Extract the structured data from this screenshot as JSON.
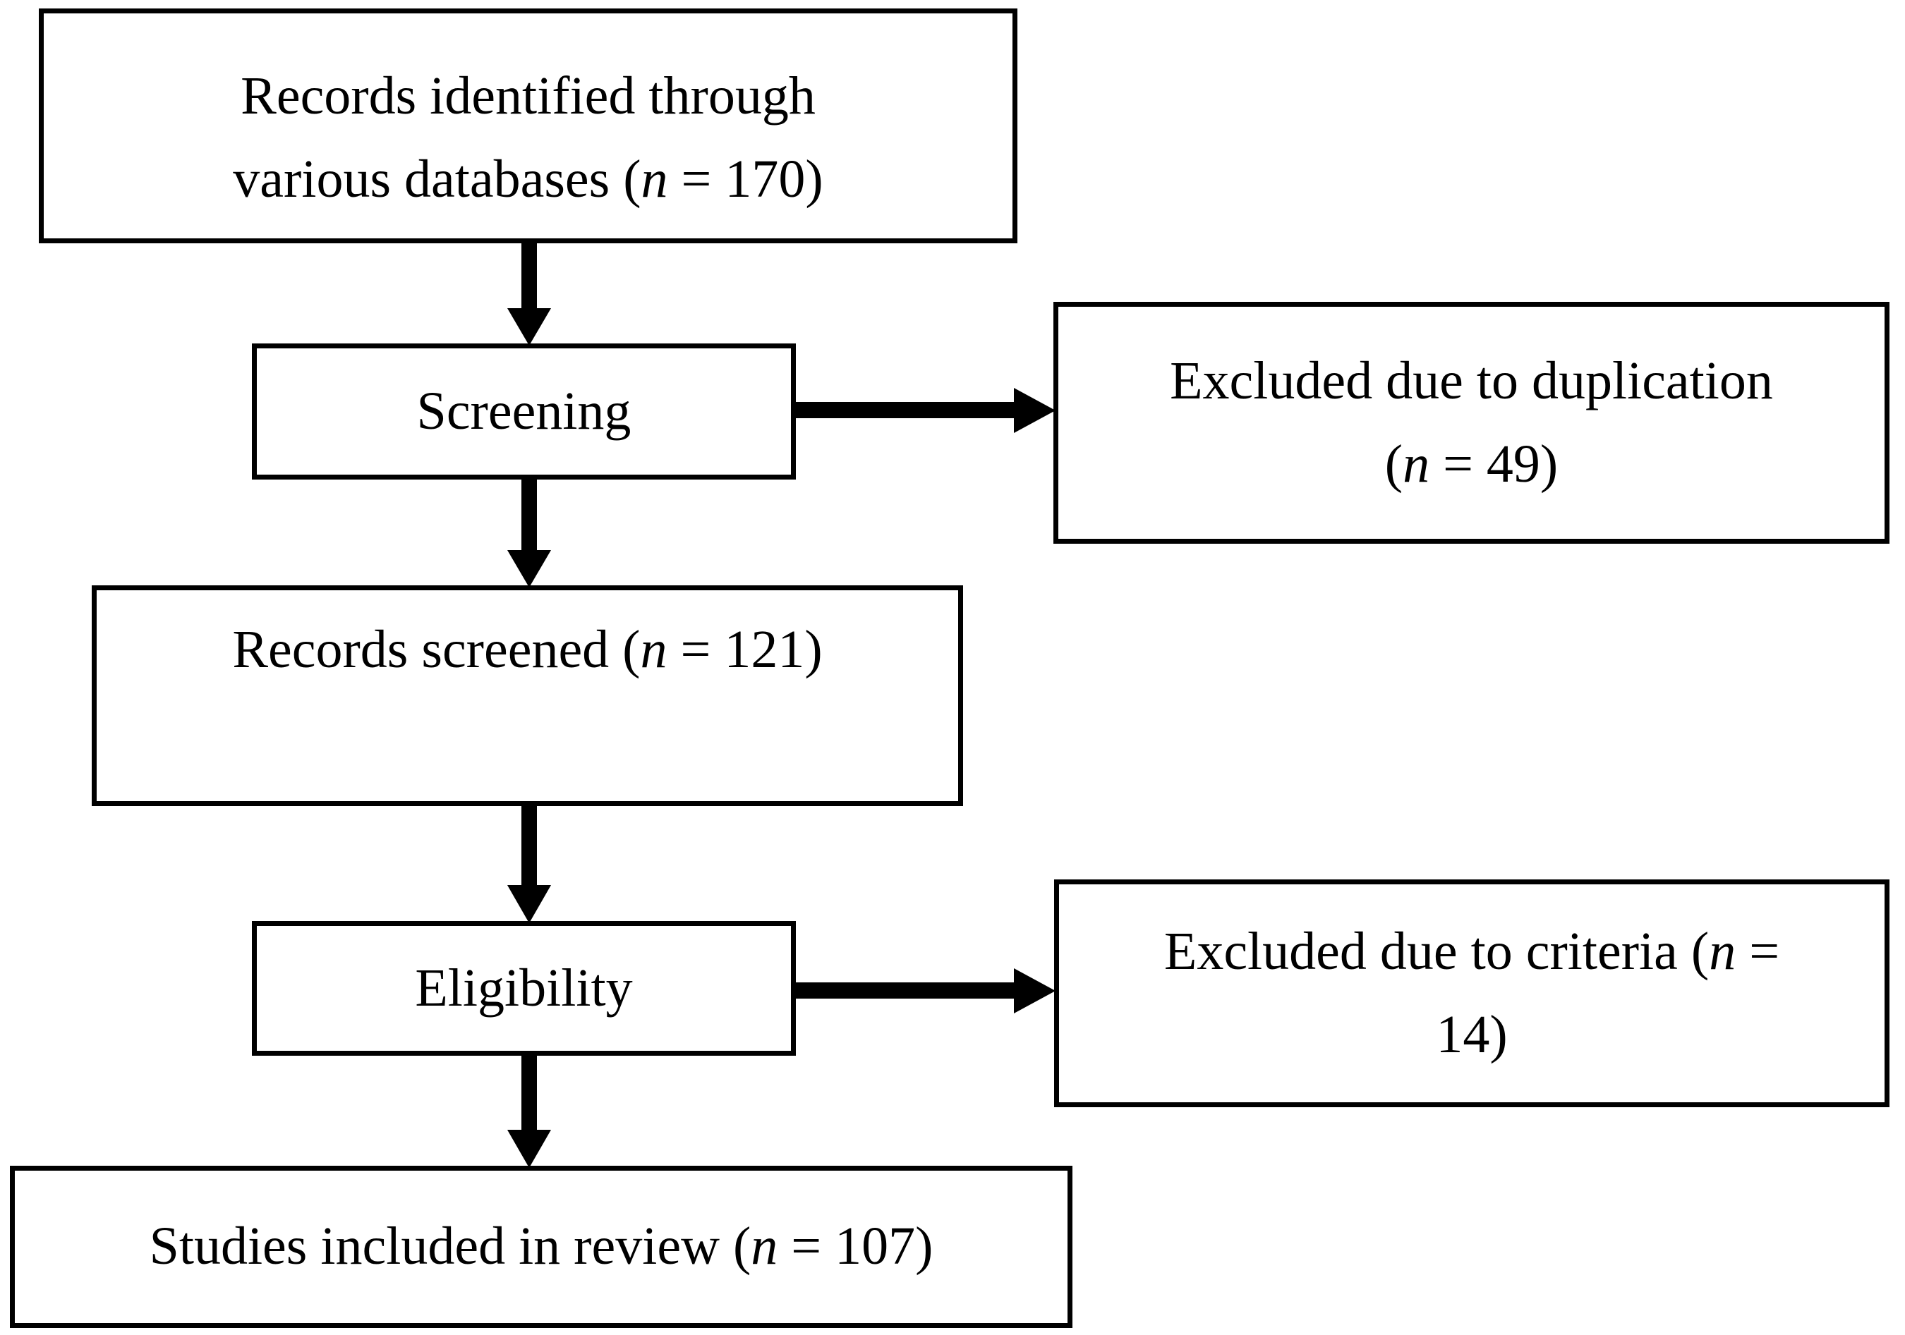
{
  "diagram": {
    "title": "PRISMA study selection flow diagram",
    "type": "flowchart",
    "line_color": "#000000",
    "background_color": "#ffffff",
    "nodes": [
      {
        "id": "identified",
        "label_line1": "Records identified through",
        "label_line2_prefix": "various databases (",
        "label_line2_italic": "n",
        "label_line2_suffix": " = 170)",
        "count": 170,
        "full_text": "Records identified through various databases (n = 170)"
      },
      {
        "id": "screening",
        "label": "Screening",
        "full_text": "Screening"
      },
      {
        "id": "duplication",
        "label_line1": "Excluded due to duplication",
        "label_line2_prefix": "(",
        "label_line2_italic": "n",
        "label_line2_suffix": " = 49)",
        "count": 49,
        "full_text": "Excluded due to duplication (n = 49)"
      },
      {
        "id": "screened",
        "label_prefix": "Records screened (",
        "label_italic": "n",
        "label_suffix": " = 121)",
        "count": 121,
        "full_text": "Records screened (n = 121)"
      },
      {
        "id": "eligibility",
        "label": "Eligibility",
        "full_text": "Eligibility"
      },
      {
        "id": "criteria",
        "label_line1_prefix": "Excluded due to criteria (",
        "label_line1_italic": "n",
        "label_line1_suffix": " =",
        "label_line2": "14)",
        "count": 14,
        "full_text": "Excluded due to criteria (n = 14)"
      },
      {
        "id": "included",
        "label_prefix": "Studies included in review (",
        "label_italic": "n",
        "label_suffix": " = 107)",
        "count": 107,
        "full_text": "Studies included in review (n = 107)"
      }
    ],
    "edges": [
      {
        "id": "identified-screening",
        "from": "identified",
        "to": "screening",
        "direction": "down"
      },
      {
        "id": "screening-duplication",
        "from": "screening",
        "to": "duplication",
        "direction": "right"
      },
      {
        "id": "screening-screened",
        "from": "screening",
        "to": "screened",
        "direction": "down"
      },
      {
        "id": "screened-eligibility",
        "from": "screened",
        "to": "eligibility",
        "direction": "down"
      },
      {
        "id": "eligibility-criteria",
        "from": "eligibility",
        "to": "criteria",
        "direction": "right"
      },
      {
        "id": "eligibility-included",
        "from": "eligibility",
        "to": "included",
        "direction": "down"
      }
    ]
  }
}
